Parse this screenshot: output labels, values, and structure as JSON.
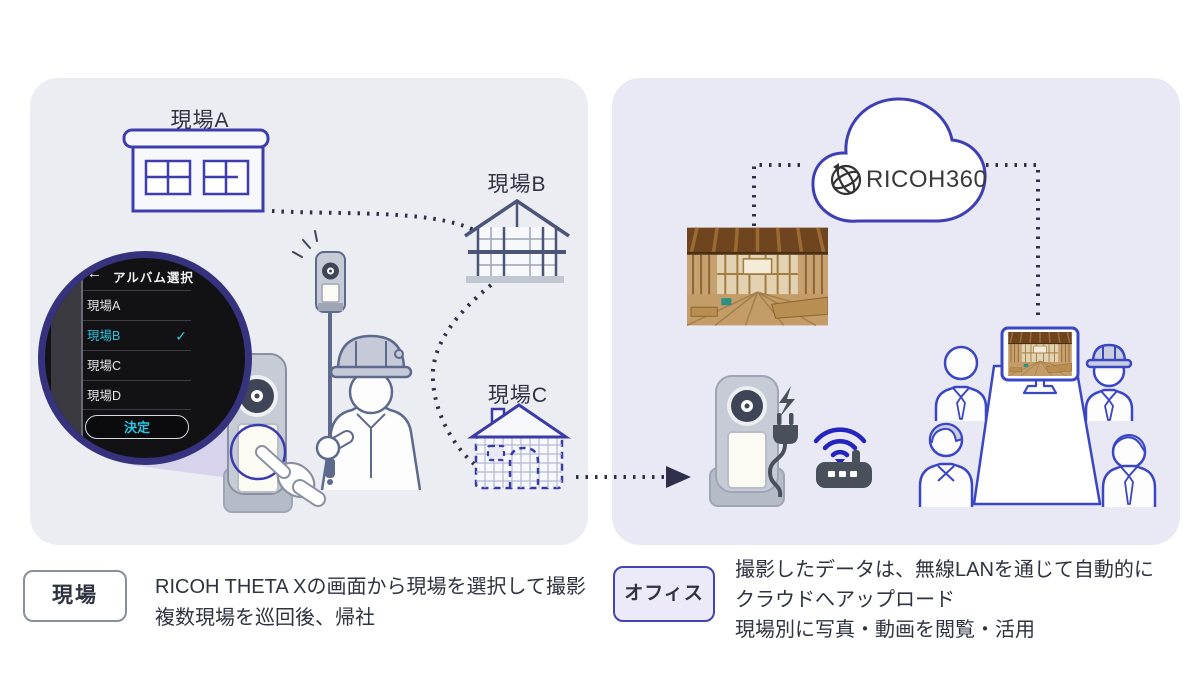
{
  "sites": {
    "a": "現場A",
    "b": "現場B",
    "c": "現場C"
  },
  "camera_screen": {
    "back_icon": "←",
    "title": "アルバム選択",
    "albums": [
      {
        "label": "現場A"
      },
      {
        "label": "現場B",
        "check": "✓"
      },
      {
        "label": "現場C"
      },
      {
        "label": "現場D"
      }
    ],
    "confirm": "決定",
    "accent_color": "#2CC4E0"
  },
  "cloud": {
    "brand": "RICOH360"
  },
  "legend_site": {
    "label": "現場",
    "line1": "RICOH THETA Xの画面から現場を選択して撮影",
    "line2": "複数現場を巡回後、帰社"
  },
  "legend_office": {
    "label": "オフィス",
    "line1": "撮影したデータは、無線LANを通じて自動的に",
    "line2": "クラウドへアップロード",
    "line3": "現場別に写真・動画を閲覧・活用"
  },
  "colors": {
    "panel_left": "#ECECF3",
    "panel_right": "#E9E9F6",
    "indigo_accent": "#3B3BAE",
    "connector": "#2F2F49",
    "wifi_blue": "#2424BE",
    "office_people_blue": "#3A46C4"
  }
}
